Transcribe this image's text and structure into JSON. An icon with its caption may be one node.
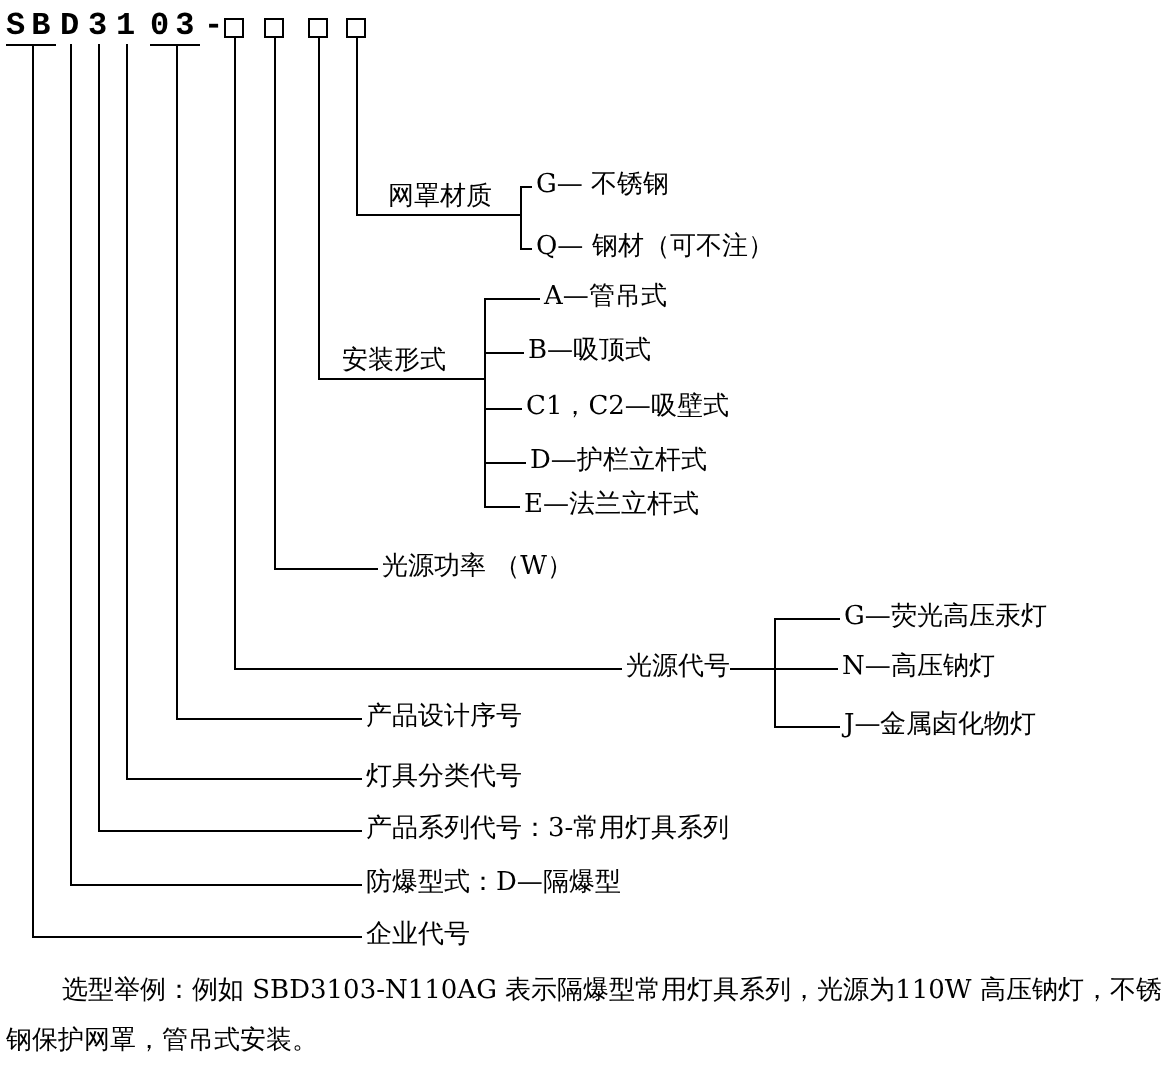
{
  "diagram": {
    "caption": "选型举例：例如 SBD3103-N110AG 表示隔爆型常用灯具系列，光源为110W 高压钠灯，不锈钢保护网罩，管吊式安装。",
    "nodes": [
      {
        "text": [
          "SB"
        ]
      },
      {
        "text": [
          "D"
        ]
      },
      {
        "text": [
          "3"
        ]
      },
      {
        "text": [
          "1"
        ]
      },
      {
        "text": [
          "03"
        ]
      },
      {
        "text": [],
        "shape": "box"
      },
      {
        "text": [],
        "shape": "box"
      },
      {
        "text": [],
        "shape": "box"
      },
      {
        "text": [],
        "shape": "box"
      },
      {
        "text": [
          "网罩材质"
        ]
      },
      {
        "text": [
          "G— 不锈钢"
        ]
      },
      {
        "text": [
          "Q— 钢材（可不注）"
        ]
      },
      {
        "text": [
          "安装形式"
        ]
      },
      {
        "text": [
          "A—管吊式"
        ]
      },
      {
        "text": [
          "B—吸顶式"
        ]
      },
      {
        "text": [
          "C1，C2—吸壁式"
        ]
      },
      {
        "text": [
          "D—护栏立杆式"
        ]
      },
      {
        "text": [
          "E—法兰立杆式"
        ]
      },
      {
        "text": [
          "光源功率 （W）"
        ]
      },
      {
        "text": [
          "光源代号"
        ]
      },
      {
        "text": [
          "G—荧光高压汞灯"
        ]
      },
      {
        "text": [
          "N—高压钠灯"
        ]
      },
      {
        "text": [
          "J—金属卤化物灯"
        ]
      },
      {
        "text": [
          "产品设计序号"
        ]
      },
      {
        "text": [
          "灯具分类代号"
        ]
      },
      {
        "text": [
          "产品系列代号：3-常用灯具系列"
        ]
      },
      {
        "text": [
          "防爆型式：D—隔爆型"
        ]
      },
      {
        "text": [
          "企业代号"
        ]
      }
    ],
    "edges": [
      {
        "from": 8,
        "to": 9,
        "arrow": "none"
      },
      {
        "from": 9,
        "to": 10,
        "arrow": "none"
      },
      {
        "from": 9,
        "to": 11,
        "arrow": "none"
      },
      {
        "from": 7,
        "to": 12,
        "arrow": "none"
      },
      {
        "from": 12,
        "to": 13,
        "arrow": "none"
      },
      {
        "from": 12,
        "to": 14,
        "arrow": "none"
      },
      {
        "from": 12,
        "to": 15,
        "arrow": "none"
      },
      {
        "from": 12,
        "to": 16,
        "arrow": "none"
      },
      {
        "from": 12,
        "to": 17,
        "arrow": "none"
      },
      {
        "from": 6,
        "to": 18,
        "arrow": "none"
      },
      {
        "from": 5,
        "to": 19,
        "arrow": "none"
      },
      {
        "from": 19,
        "to": 20,
        "arrow": "none"
      },
      {
        "from": 19,
        "to": 21,
        "arrow": "none"
      },
      {
        "from": 19,
        "to": 22,
        "arrow": "none"
      },
      {
        "from": 4,
        "to": 23,
        "arrow": "none"
      },
      {
        "from": 3,
        "to": 24,
        "arrow": "none"
      },
      {
        "from": 2,
        "to": 25,
        "arrow": "none"
      },
      {
        "from": 1,
        "to": 26,
        "arrow": "none"
      },
      {
        "from": 0,
        "to": 27,
        "arrow": "none"
      }
    ],
    "labels": [
      "-"
    ]
  }
}
